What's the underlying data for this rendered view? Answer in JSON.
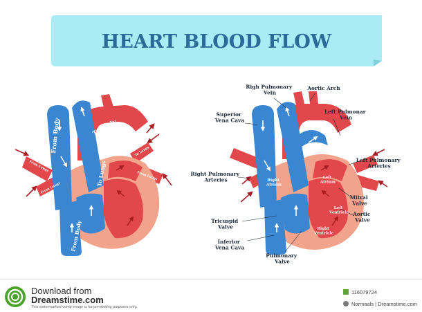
{
  "title": "HEART BLOOD FLOW",
  "colors": {
    "blue": "#3a86d0",
    "blue_dark": "#1f5f9f",
    "red": "#e2474b",
    "red_dark": "#b72d32",
    "muscle": "#f2a38c",
    "arrow": "#a81c24",
    "banner": "#a9ecf4",
    "title_text": "#2b6a99"
  },
  "left_diagram": {
    "labels": {
      "from_body_top": "From Body",
      "to_body": "To Body",
      "to_lungs": "To Lungs",
      "from_body_bottom": "From Body",
      "from_lungs_left_upper": "From Lungs",
      "from_lungs_left_lower": "From Lungs",
      "from_lungs_right": "From Lungs",
      "to_lungs_right": "To Lungs"
    }
  },
  "right_diagram": {
    "labels": {
      "righ_pulmonary_vein": "Righ Pulmonary Vein",
      "aortic_arch": "Aortic Arch",
      "superior_vena_cava": "Superior Vena Cava",
      "left_pulmonar_vein": "Left Pulmonar Vein",
      "left_pulmonary_arteries": "Left Pulmonary Arteries",
      "right_pulmonary_arteries": "Right Pulmonary Arteries",
      "right_atrium": "Right Atrium",
      "left_atrium": "Left Atrium",
      "mitral_valve": "Mitral Valve",
      "left_ventricle": "Left Ventricle",
      "aortic_valve": "Aortic Valve",
      "tricuspid_valve": "Tricuspid Valve",
      "inferior_vena_cava": "Inferior Vena Cava",
      "right_ventricle": "Right Ventricle",
      "pulmonary_valve": "Pulmonary Valve"
    }
  },
  "footer": {
    "download_from": "Download from",
    "site": "Dreamstime.com",
    "note": "This watermarked comp image is for previewing purposes only.",
    "image_id": "116079724",
    "author": "Normaals | Dreamstime.com"
  }
}
